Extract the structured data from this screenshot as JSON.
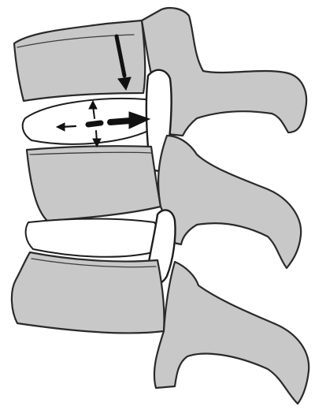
{
  "figure": {
    "kind": "lumbar spine lateral illustration",
    "colors": {
      "bone": "#c8c8c8",
      "outline": "#2a2a2a",
      "disc": "#ffffff",
      "arrow": "#111111",
      "background": "#ffffff"
    },
    "icons": [
      "vertebra-upper",
      "vertebra-middle",
      "vertebra-lower",
      "disc-upper",
      "disc-lower",
      "compression-arrow",
      "herniation-arrow",
      "pressure-arrow-up",
      "pressure-arrow-down",
      "pressure-arrow-left"
    ]
  }
}
